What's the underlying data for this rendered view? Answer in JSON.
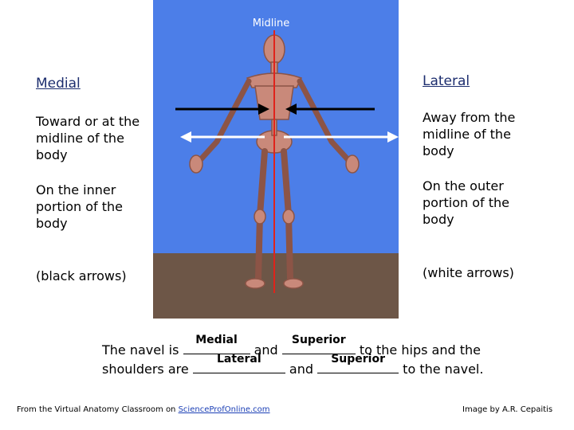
{
  "figure": {
    "midline_label": "Midline",
    "colors": {
      "sky": "#4c7ee8",
      "floor": "#6d5647",
      "midline": "#e0231b",
      "black_arrow": "#000000",
      "white_arrow": "#ffffff"
    }
  },
  "left_column": {
    "heading": "Medial",
    "definition": "Toward or at the midline of the body",
    "description": "On the inner portion of the body",
    "arrows_note": "(black arrows)"
  },
  "right_column": {
    "heading": "Lateral",
    "definition": "Away from the midline of the body",
    "description": "On the outer portion of the body",
    "arrows_note": "(white arrows)"
  },
  "exercise": {
    "line1_prefix": "The navel is ",
    "blank1_answer": "Medial",
    "line1_mid": " and ",
    "blank2_answer": "Superior",
    "line1_suffix": " to the hips and the",
    "line2_prefix": "shoulders are ",
    "blank3_answer": "Lateral",
    "line2_mid": " and ",
    "blank4_answer": "Superior",
    "line2_suffix": " to the navel."
  },
  "footer": {
    "source_prefix": "From the  Virtual Anatomy Classroom on ",
    "source_link": "ScienceProfOnline.com",
    "credit": "Image by A.R. Cepaitis"
  }
}
